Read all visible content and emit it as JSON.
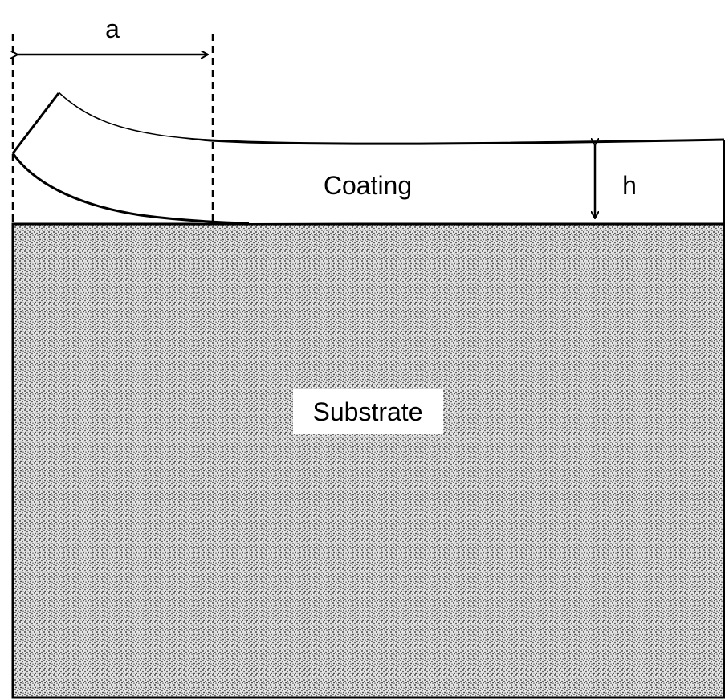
{
  "diagram": {
    "labels": {
      "crack_length": "a",
      "thickness": "h",
      "coating": "Coating",
      "substrate": "Substrate"
    },
    "colors": {
      "line": "#000000",
      "background": "#ffffff",
      "substrate_fill": "#bdbdbd",
      "substrate_label_bg": "#ffffff"
    }
  }
}
